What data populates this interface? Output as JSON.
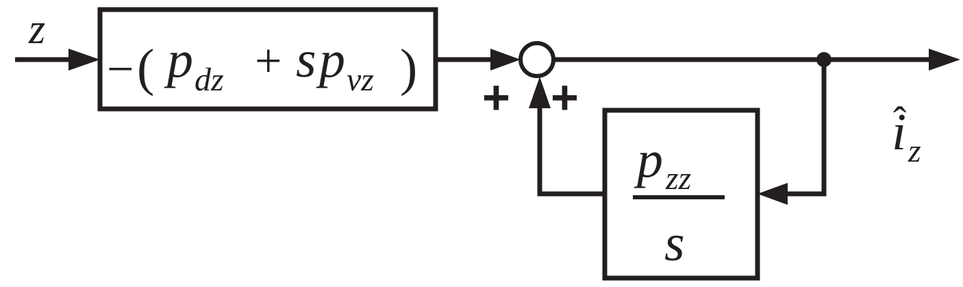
{
  "diagram": {
    "input_label": "z",
    "gain_block": {
      "minus": "−",
      "open_paren": "(",
      "p1": "p",
      "p1_sub": "dz",
      "plus": "+",
      "s": "s",
      "p2": "p",
      "p2_sub": "vz",
      "close_paren": ")"
    },
    "sum_signs": {
      "left": "+",
      "right": "+"
    },
    "feedback_block": {
      "numerator": "p",
      "numerator_sub": "zz",
      "denominator": "s"
    },
    "output_label": {
      "symbol": "i",
      "hat": "ˆ",
      "sub": "z"
    }
  },
  "colors": {
    "stroke": "#231f20",
    "background": "#ffffff"
  }
}
